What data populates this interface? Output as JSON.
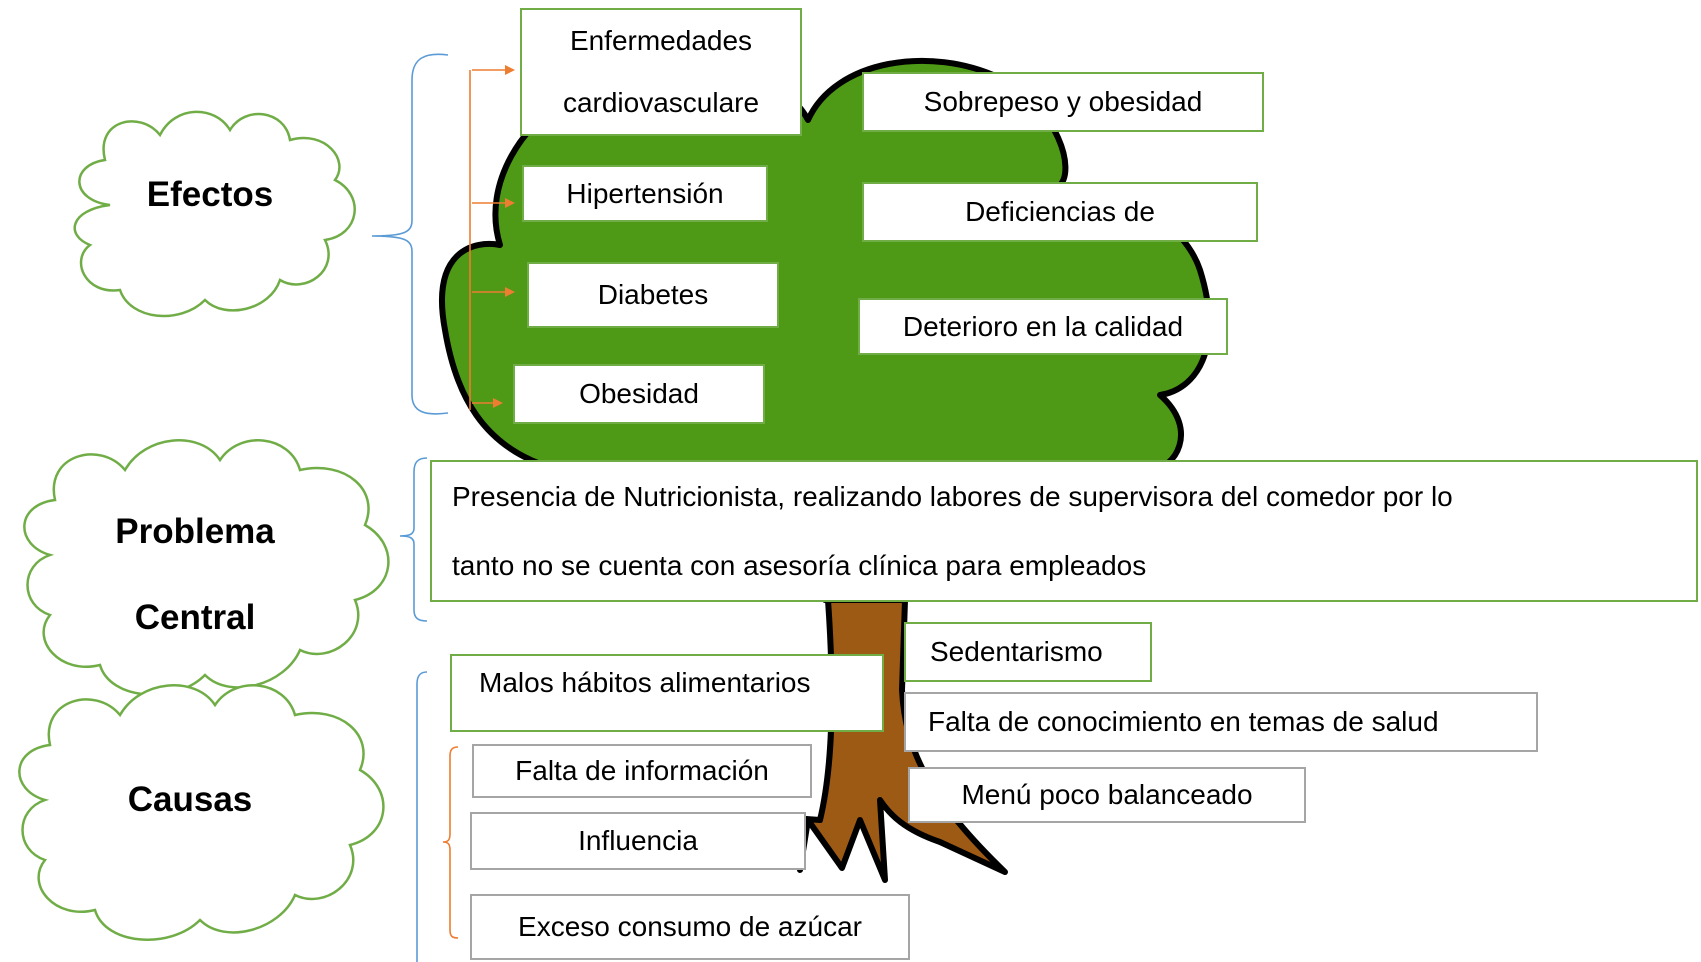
{
  "colors": {
    "box_border_green": "#70ad47",
    "box_border_gray": "#a5a5a5",
    "bracket_blue": "#5b9bd5",
    "bracket_orange": "#ed7d31",
    "canopy_green": "#4e9a16",
    "trunk_brown": "#9c5a14",
    "cloud_outline": "#70ad47"
  },
  "clouds": {
    "effects": "Efectos",
    "problem_line1": "Problema",
    "problem_line2": "Central",
    "causes": "Causas"
  },
  "effects": {
    "cardio_line1": "Enfermedades",
    "cardio_line2": "cardiovasculare",
    "hypertension": "Hipertensión",
    "diabetes": "Diabetes",
    "obesity": "Obesidad",
    "overweight": "Sobrepeso y obesidad",
    "deficiencies": "Deficiencias de",
    "deterioration": "Deterioro en la calidad"
  },
  "problem": {
    "line1": "Presencia de Nutricionista, realizando labores de supervisora del comedor por lo",
    "line2": "tanto no se cuenta con asesoría clínica para empleados"
  },
  "causes": {
    "bad_habits": "Malos hábitos alimentarios",
    "sedentarism": "Sedentarismo",
    "health_knowledge": "Falta de conocimiento en temas de salud",
    "lack_info": "Falta de información",
    "menu": "Menú poco balanceado",
    "influence": "Influencia",
    "sugar": "Exceso consumo de azúcar"
  }
}
